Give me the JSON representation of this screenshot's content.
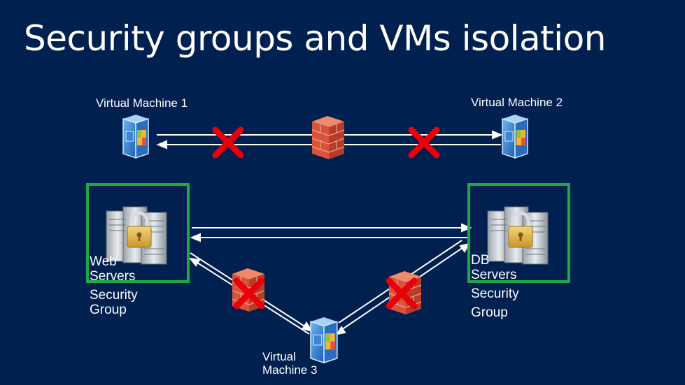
{
  "title": "Security groups and VMs isolation",
  "labels": {
    "vm1": "Virtual Machine 1",
    "vm2": "Virtual Machine 2",
    "web_line1": "Web",
    "web_line2": "Servers",
    "web_line3": "Security",
    "web_line4": "Group",
    "db_line1": "DB",
    "db_line2": "Servers",
    "db_line3": "Security",
    "db_line4": "Group",
    "vm3_line1": "Virtual",
    "vm3_line2": "Machine 3"
  },
  "colors": {
    "background": "#002050",
    "group_border": "#1fa84a",
    "block_mark": "#e8000b",
    "firewall": "#d9533a"
  },
  "icons": [
    "vm-icon",
    "firewall-icon",
    "server-lock-icon",
    "block-x-icon"
  ]
}
